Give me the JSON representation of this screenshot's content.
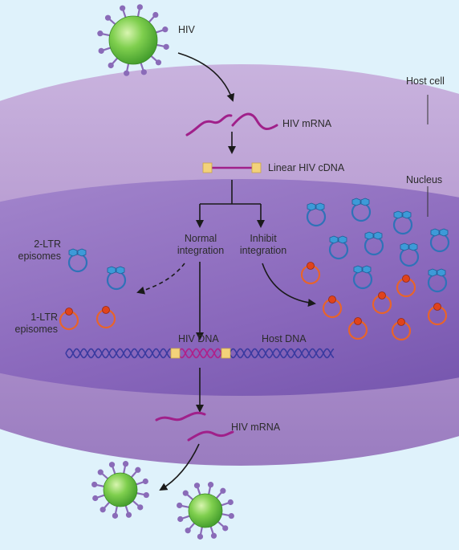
{
  "labels": {
    "hiv": "HIV",
    "host_cell": "Host cell",
    "hiv_mrna_top": "HIV mRNA",
    "linear_cdna": "Linear HIV cDNA",
    "nucleus": "Nucleus",
    "normal_integration": [
      "Normal",
      "integration"
    ],
    "inhibit_integration": [
      "Inhibit",
      "integration"
    ],
    "two_ltr": [
      "2-LTR",
      "episomes"
    ],
    "one_ltr": [
      "1-LTR",
      "episomes"
    ],
    "hiv_dna": "HIV DNA",
    "host_dna": "Host DNA",
    "hiv_mrna_bottom": "HIV mRNA"
  },
  "colors": {
    "background": "#dff2fb",
    "cell": "#b79ad0",
    "nucleus": "#8c6bbf",
    "virus": "#6cc24a",
    "spike": "#8a6bb8",
    "mrna": "#a0208a",
    "ltr_square": "#f3d27a",
    "episome_2ltr": "#2f72b8",
    "episome_1ltr": "#e8642a",
    "host_dna": "#3a3aa0",
    "hiv_dna": "#b0208a"
  }
}
